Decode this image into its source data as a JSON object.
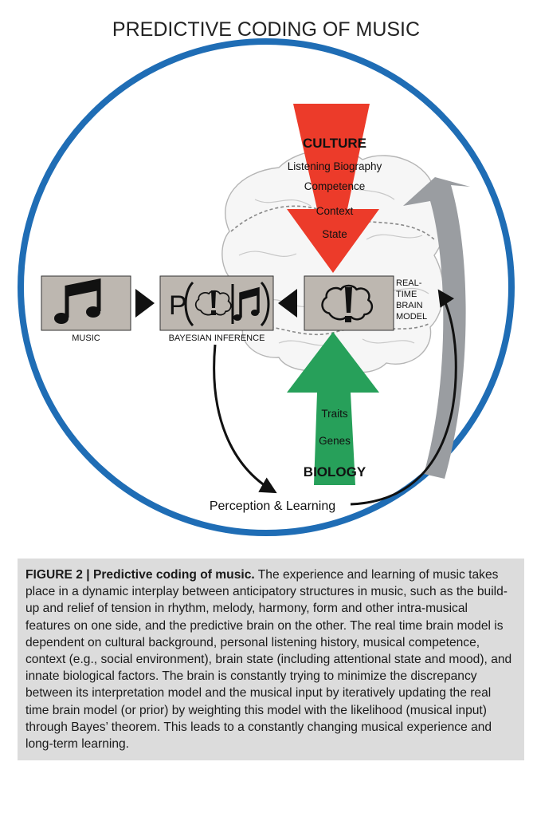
{
  "diagram": {
    "title": "PREDICTIVE CODING OF MUSIC",
    "culture_label": "CULTURE",
    "culture_items": [
      "Listening Biography",
      "Competence",
      "Context",
      "State"
    ],
    "biology_label": "BIOLOGY",
    "biology_items": [
      "Traits",
      "Genes"
    ],
    "music_label": "MUSIC",
    "bayesian_label": "BAYESIAN INFERENCE",
    "p_glyph": "P",
    "brain_model_lines": [
      "REAL-",
      "TIME",
      "BRAIN",
      "MODEL"
    ],
    "perception_label": "Perception & Learning",
    "colors": {
      "circle": "#1f6db5",
      "culture_arrow": "#ec3b2a",
      "biology_arrow": "#27a05a",
      "feedback_arrow": "#9a9da1",
      "box_fill": "#bdb7b0"
    }
  },
  "caption": {
    "figure_label": "FIGURE 2 | Predictive coding of music.",
    "text": " The experience and learning of music takes place in a dynamic interplay between anticipatory structures in music, such as the build-up and relief of tension in rhythm, melody, harmony, form and other intra-musical features on one side, and the predictive brain on the other. The real time brain model is dependent on cultural background, personal listening history, musical competence, context (e.g., social environment), brain state (including attentional state and mood), and innate biological factors. The brain is constantly trying to minimize the discrepancy between its interpretation model and the musical input by iteratively updating the real time brain model (or prior) by weighting this model with the likelihood (musical input) through Bayes’ theorem. This leads to a constantly changing musical experience and long-term learning."
  }
}
